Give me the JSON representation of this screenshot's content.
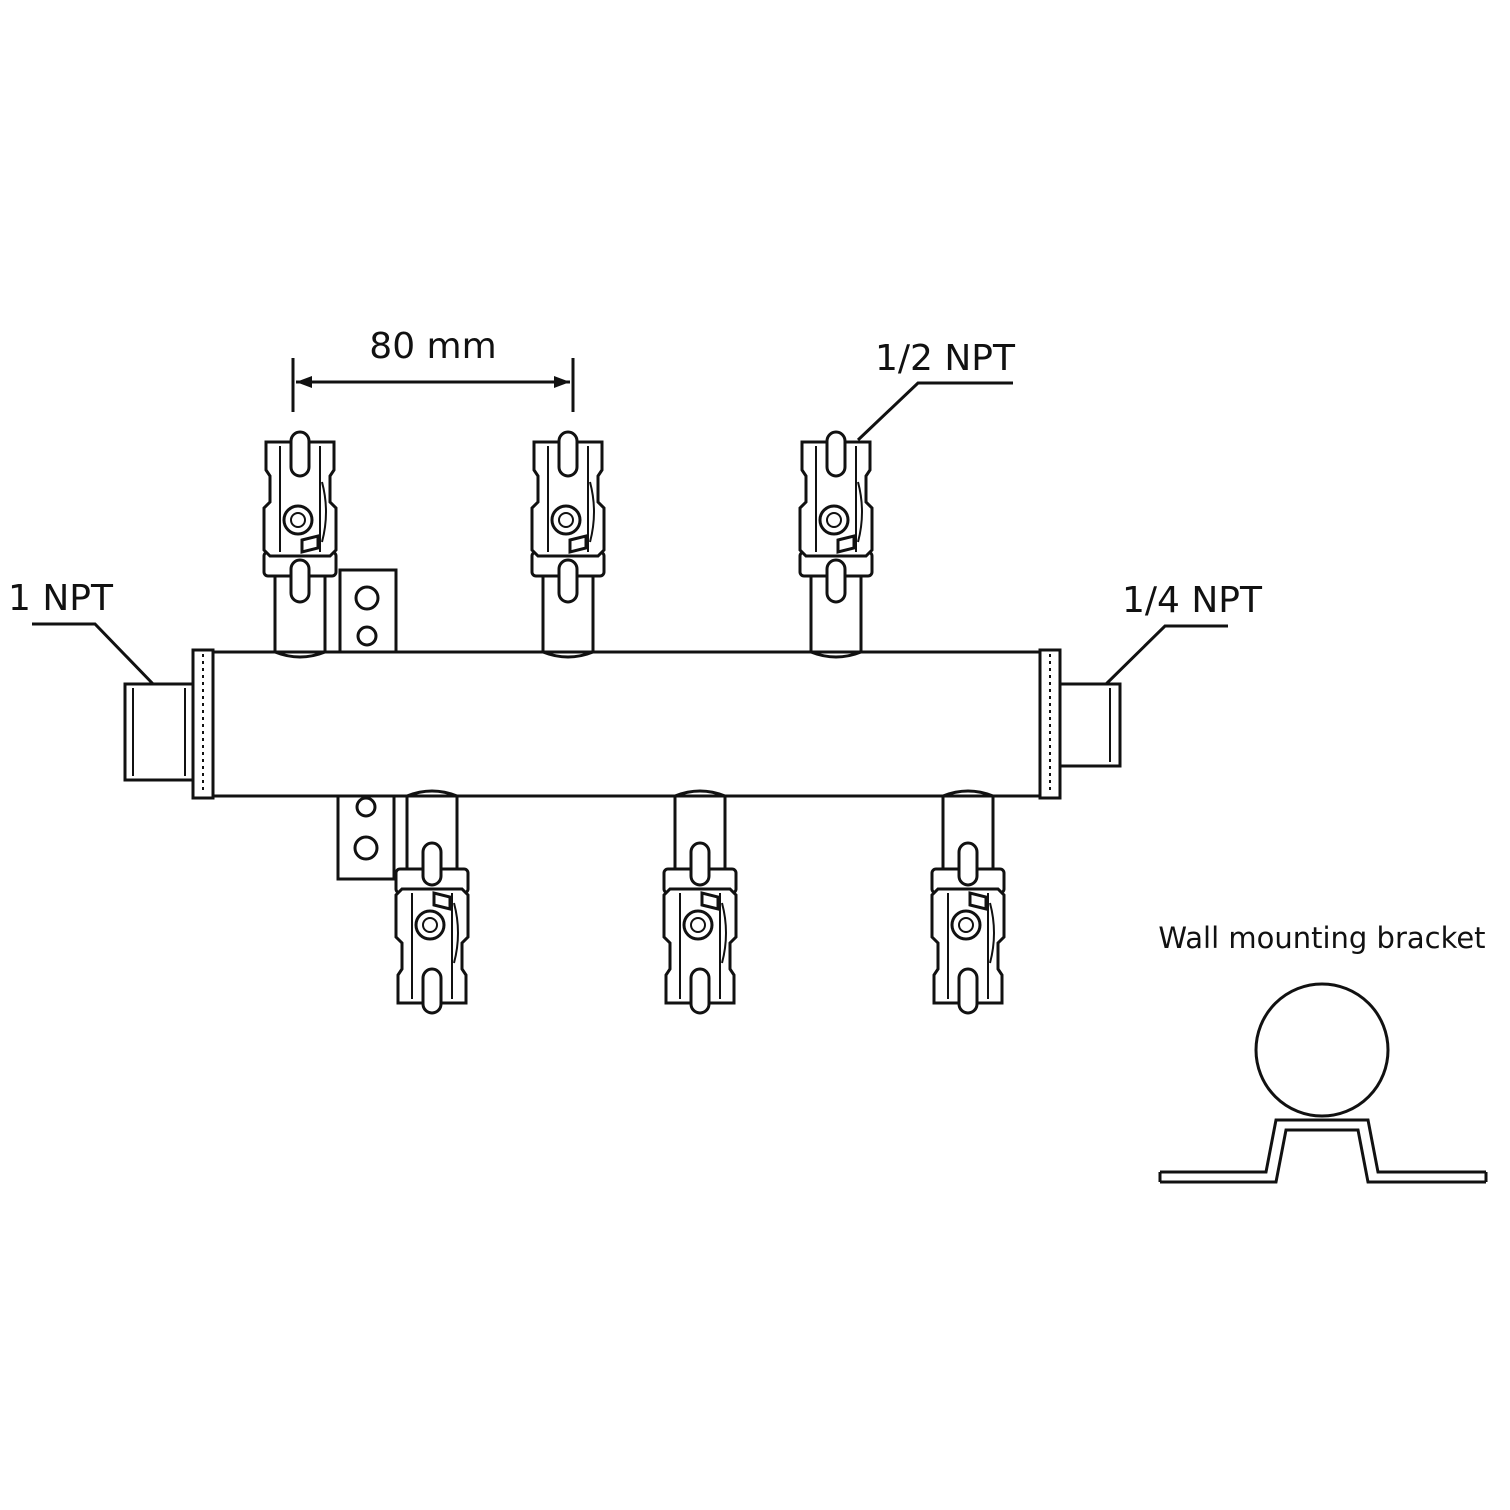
{
  "labels": {
    "dimension": "80 mm",
    "outlet_port": "1/2 NPT",
    "inlet_port": "1 NPT",
    "end_port": "1/4 NPT",
    "bracket_caption": "Wall mounting bracket"
  },
  "valves": {
    "top_count": 3,
    "bottom_count": 3
  }
}
